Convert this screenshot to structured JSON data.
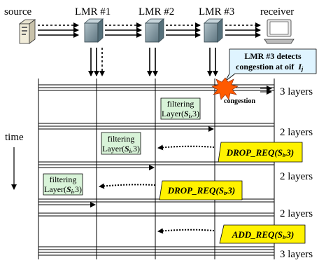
{
  "colors": {
    "filter_box": "#d8f3d8",
    "req_box": "#fff200",
    "callout_box": "#dff4ff",
    "burst": "#ff5a00",
    "router": "#7f9aa5"
  },
  "nodes": {
    "source": "source",
    "lmr1": "LMR #1",
    "lmr2": "LMR #2",
    "lmr3": "LMR #3",
    "receiver": "receiver"
  },
  "time_label": "time",
  "callout": {
    "line1": "LMR #3 detects",
    "line2": "congestion at oif",
    "oif": "I",
    "oif_sub": "j"
  },
  "congestion_label": "congestion",
  "layer_labels": [
    "3 layers",
    "2 layers",
    "2 layers",
    "2 layers",
    "3 layers"
  ],
  "filter_boxes": [
    {
      "word": "filtering",
      "layer": "Layer(",
      "s": "S",
      "sub": "i",
      "rest": ",3)"
    },
    {
      "word": "filtering",
      "layer": "Layer(",
      "s": "S",
      "sub": "i",
      "rest": ",3)"
    },
    {
      "word": "filtering",
      "layer": "Layer(",
      "s": "S",
      "sub": "i",
      "rest": ",3)"
    }
  ],
  "requests": [
    {
      "name": "DROP_REQ(",
      "s": "S",
      "sub": "i",
      "rest": ",3)"
    },
    {
      "name": "DROP_REQ(",
      "s": "S",
      "sub": "i",
      "rest": ",3)"
    },
    {
      "name": "ADD_REQ(",
      "s": "S",
      "sub": "i",
      "rest": ",3)"
    }
  ],
  "icons": [
    "server-icon",
    "router-icon",
    "router-icon",
    "router-icon",
    "monitor-icon"
  ]
}
